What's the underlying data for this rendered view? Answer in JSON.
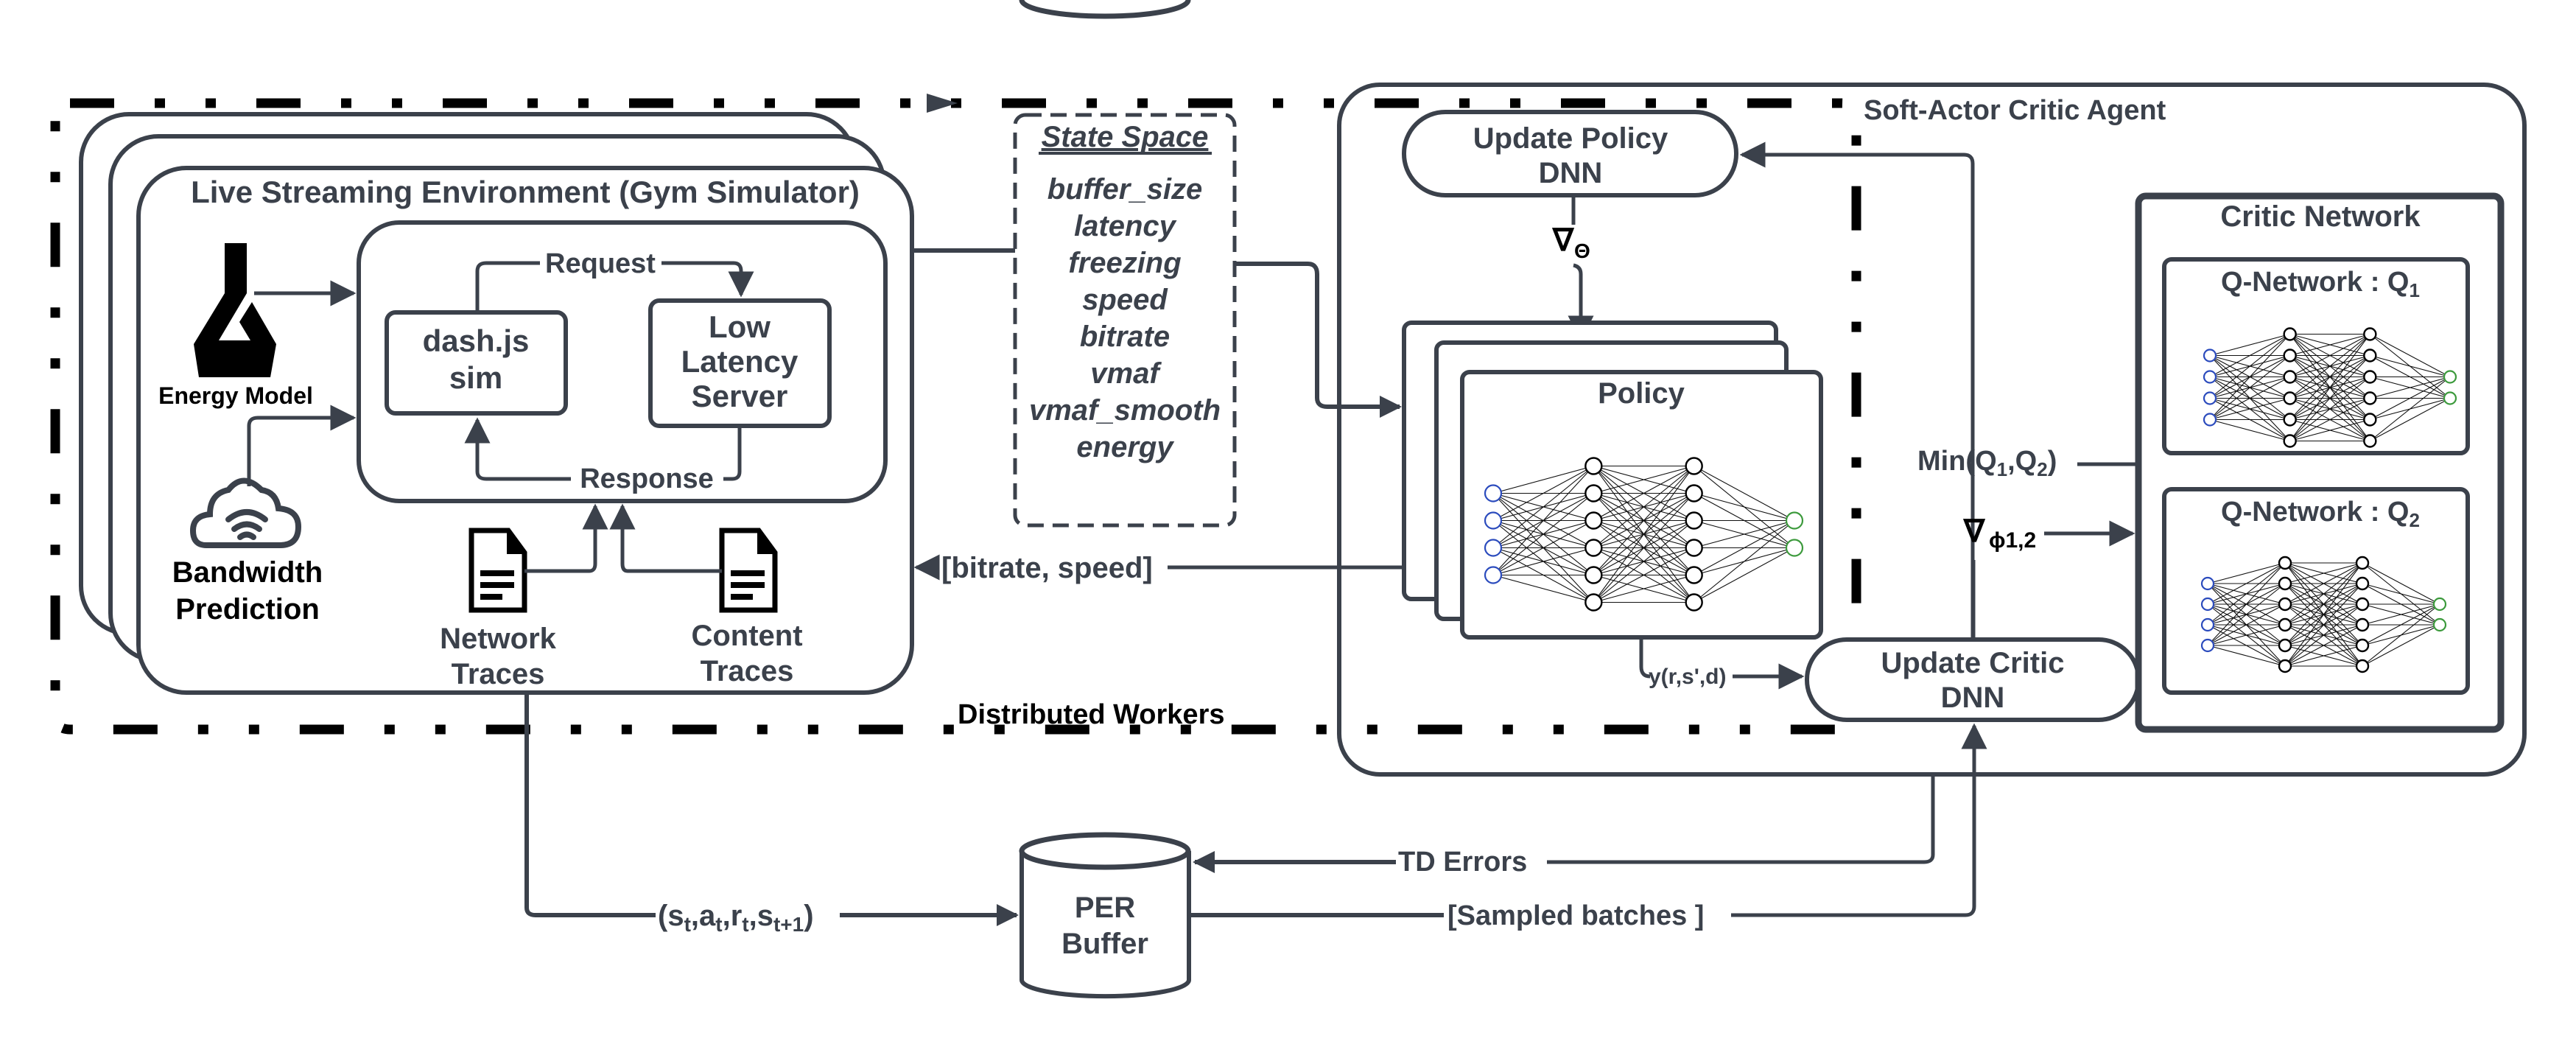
{
  "diagram": {
    "distributed_workers": {
      "label": "Distributed Workers"
    },
    "environment": {
      "title": "Live Streaming Environment (Gym Simulator)",
      "energy_model": {
        "label": "Energy Model",
        "icon": "flask-icon"
      },
      "bandwidth_prediction": {
        "label_line1": "Bandwidth",
        "label_line2": "Prediction",
        "icon": "cloud-wifi-icon"
      },
      "client": {
        "line1": "dash.js",
        "line2": "sim"
      },
      "server": {
        "line1": "Low",
        "line2": "Latency",
        "line3": "Server"
      },
      "request_label": "Request",
      "response_label": "Response",
      "network_traces": {
        "line1": "Network",
        "line2": "Traces",
        "icon": "document-icon"
      },
      "content_traces": {
        "line1": "Content",
        "line2": "Traces",
        "icon": "document-icon"
      }
    },
    "state_space": {
      "title": "State Space",
      "items": [
        "buffer_size",
        "latency",
        "freezing",
        "speed",
        "bitrate",
        "vmaf",
        "vmaf_smooth",
        "energy"
      ]
    },
    "action_label": "[bitrate, speed]",
    "agent": {
      "title": "Soft-Actor Critic Agent",
      "update_policy": {
        "line1": "Update Policy",
        "line2": "DNN"
      },
      "policy_gradient": {
        "symbol": "∇",
        "subscript": "Θ"
      },
      "policy": {
        "title": "Policy"
      },
      "target_label": "y(r,s',d)",
      "update_critic": {
        "line1": "Update Critic",
        "line2": "DNN"
      },
      "min_q": {
        "prefix": "Min(Q",
        "sub1": "1",
        "mid": ",Q",
        "sub2": "2",
        "suffix": ")"
      },
      "critic_gradient": {
        "symbol": "∇",
        "subscript": "ϕ1,2"
      },
      "critic_network": {
        "title": "Critic Network",
        "q1": {
          "prefix": "Q-Network : Q",
          "sub": "1"
        },
        "q2": {
          "prefix": "Q-Network : Q",
          "sub": "2"
        }
      }
    },
    "per_buffer": {
      "line1": "PER",
      "line2": "Buffer"
    },
    "transition": {
      "open": "(s",
      "s_sub": "t",
      "a": ",a",
      "a_sub": "t",
      "r": ",r",
      "r_sub": "t",
      "s2": ",s",
      "s2_sub": "t+1",
      "close": ")"
    },
    "td_errors_label": "TD Errors",
    "sampled_batches_label": "[Sampled batches ]",
    "neural_net": {
      "layers": [
        4,
        6,
        6,
        2
      ]
    },
    "colors": {
      "stroke": "#3b414b",
      "border_black": "#000000",
      "input_node": "#2b4bbd",
      "output_node": "#3c9a3c"
    }
  }
}
